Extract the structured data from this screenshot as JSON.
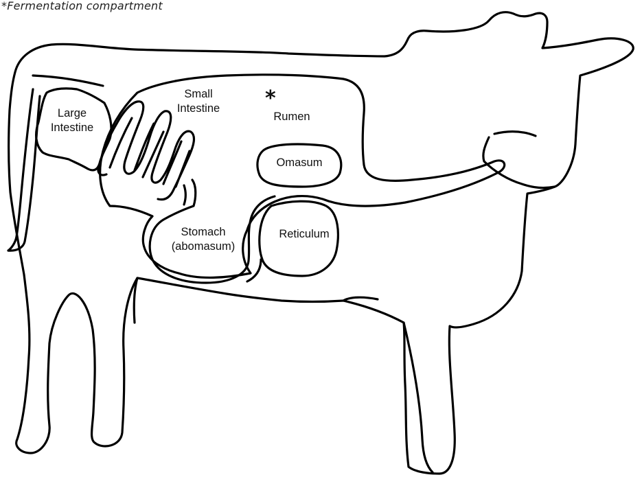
{
  "footnote": "*Fermentation compartment",
  "marker": "*",
  "labels": {
    "large_intestine_1": "Large",
    "large_intestine_2": "Intestine",
    "small_intestine_1": "Small",
    "small_intestine_2": "Intestine",
    "rumen": "Rumen",
    "omasum": "Omasum",
    "stomach_1": "Stomach",
    "stomach_2": "(abomasum)",
    "reticulum": "Reticulum"
  }
}
